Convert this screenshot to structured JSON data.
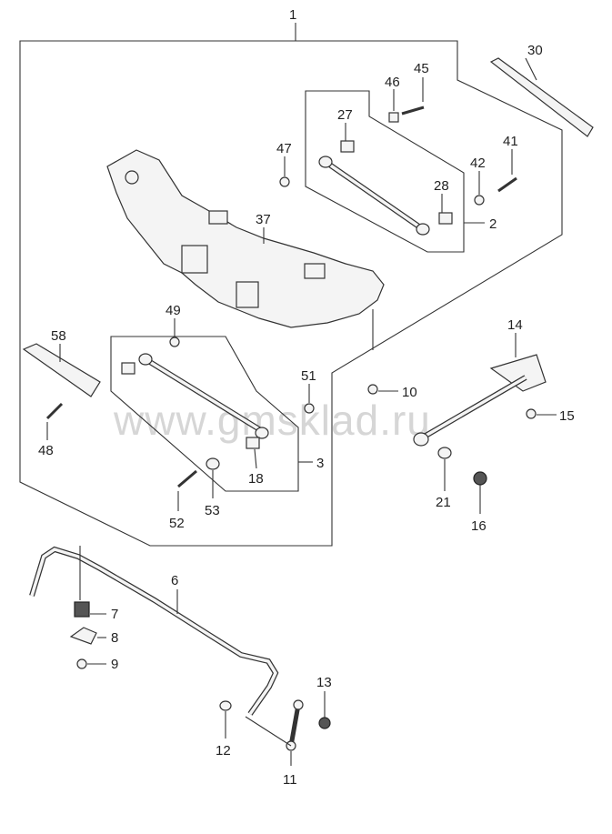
{
  "watermark": "www.gmsklad.ru",
  "callouts": {
    "c1": "1",
    "c30": "30",
    "c46": "46",
    "c45": "45",
    "c27": "27",
    "c47": "47",
    "c42": "42",
    "c41": "41",
    "c28": "28",
    "c2": "2",
    "c37": "37",
    "c49": "49",
    "c58": "58",
    "c51": "51",
    "c10": "10",
    "c14": "14",
    "c15": "15",
    "c48": "48",
    "c18": "18",
    "c3": "3",
    "c53": "53",
    "c52": "52",
    "c21": "21",
    "c16": "16",
    "c6": "6",
    "c7": "7",
    "c8": "8",
    "c9": "9",
    "c13": "13",
    "c12": "12",
    "c11": "11"
  }
}
